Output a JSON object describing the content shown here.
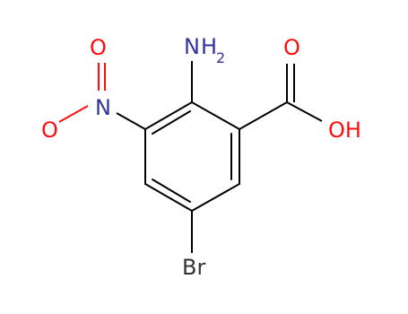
{
  "molecule": {
    "labels": {
      "amine_n": "N",
      "amine_h": "H",
      "amine_sub": "2",
      "nitro_n": "N",
      "nitro_o_top": "O",
      "nitro_o_left": "O",
      "carbonyl_o": "O",
      "hydroxyl": "OH",
      "bromine": "Br"
    },
    "colors": {
      "bond": "#000000",
      "nitrogen": "#333399",
      "oxygen": "#ff0d0d",
      "bromine": "#333333"
    }
  }
}
